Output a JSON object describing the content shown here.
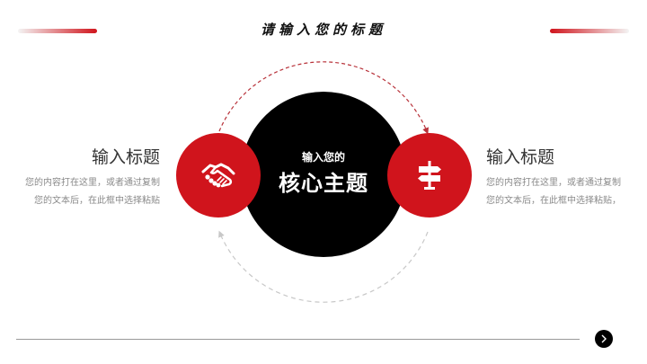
{
  "header": {
    "title": "请输入您的标题",
    "accent_color": "#d0141c"
  },
  "center": {
    "subtitle": "输入您的",
    "title": "核心主题"
  },
  "left_item": {
    "icon": "handshake-icon",
    "heading": "输入标题",
    "lines": [
      "您的内容打在这里，或者通过复制",
      "您的文本后，在此框中选择粘贴"
    ]
  },
  "right_item": {
    "icon": "signpost-icon",
    "heading": "输入标题",
    "lines": [
      "您的内容打在这里，或者通过复制",
      "您的文本后，在此框中选择粘贴，"
    ]
  },
  "footer": {
    "next_icon": "chevron-right-icon"
  },
  "colors": {
    "red": "#d0141c",
    "black": "#000000",
    "text": "#333333",
    "muted": "#8a8a8a"
  }
}
